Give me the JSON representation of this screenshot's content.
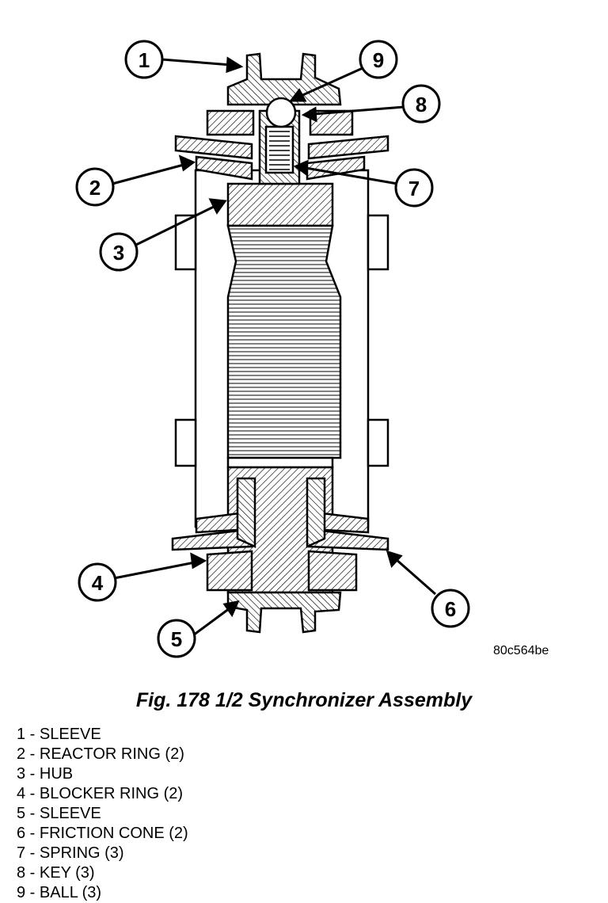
{
  "figure": {
    "code": "80c564be",
    "caption": "Fig. 178 1/2 Synchronizer Assembly"
  },
  "callouts": [
    "1",
    "2",
    "3",
    "4",
    "5",
    "6",
    "7",
    "8",
    "9"
  ],
  "legend": [
    "1 - SLEEVE",
    "2 - REACTOR RING (2)",
    "3 - HUB",
    "4 - BLOCKER RING (2)",
    "5 - SLEEVE",
    "6 - FRICTION CONE (2)",
    "7 - SPRING (3)",
    "8 - KEY (3)",
    "9 - BALL (3)"
  ]
}
